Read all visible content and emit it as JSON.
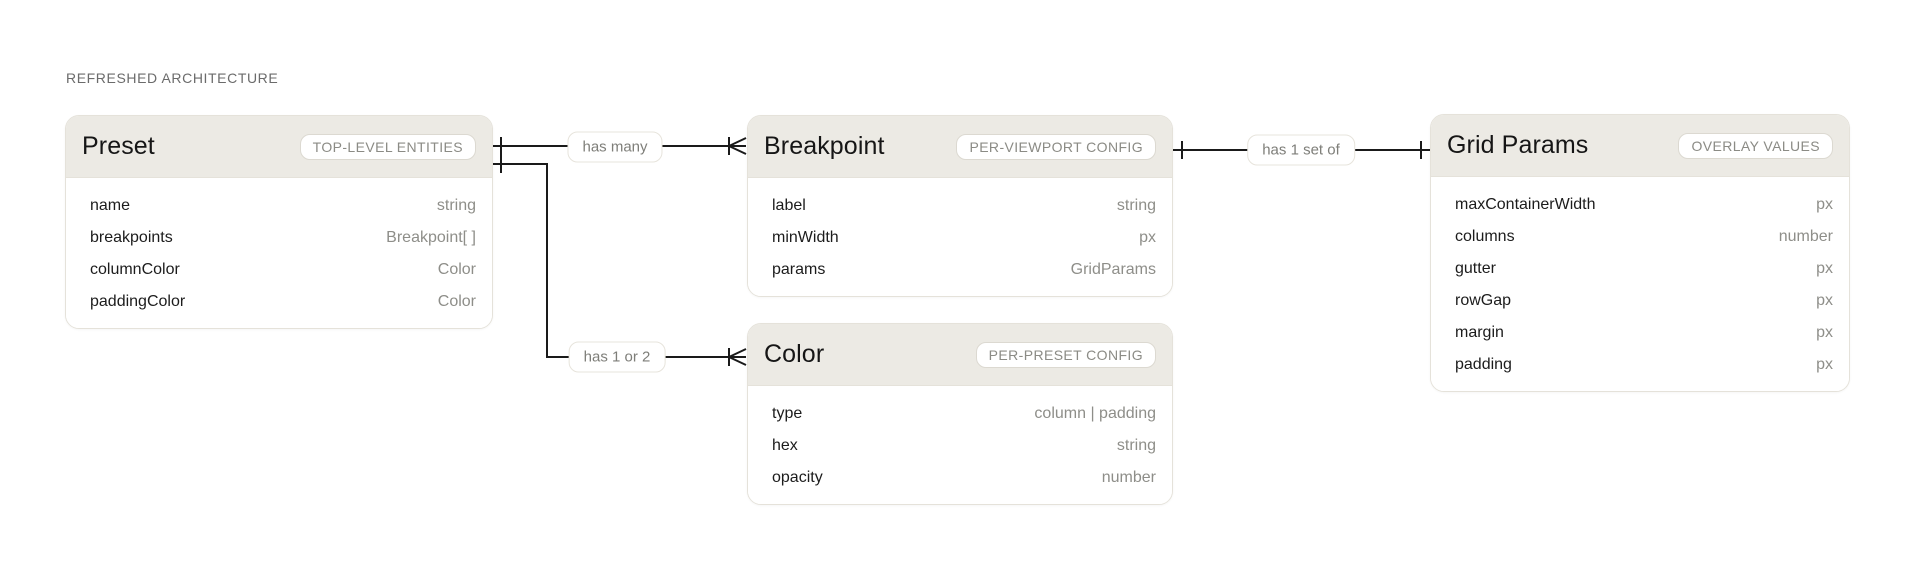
{
  "page": {
    "title": "REFRESHED ARCHITECTURE"
  },
  "colors": {
    "canvas_bg": "#FFFFFF",
    "card_header_bg": "#ECEAE4",
    "card_body_bg": "#FFFFFF",
    "card_border": "#E5E2DA",
    "connector_line": "#1A1A1A",
    "primary_text": "#1A1A1A",
    "muted_type_text": "#8E8E89",
    "badge_text": "#8B8B85",
    "section_title_text": "#6B6B6B"
  },
  "entities": [
    {
      "id": "preset",
      "title": "Preset",
      "badge": "TOP-LEVEL ENTITIES",
      "fields": [
        {
          "name": "name",
          "type": "string"
        },
        {
          "name": "breakpoints",
          "type": "Breakpoint[ ]"
        },
        {
          "name": "columnColor",
          "type": "Color"
        },
        {
          "name": "paddingColor",
          "type": "Color"
        }
      ]
    },
    {
      "id": "breakpoint",
      "title": "Breakpoint",
      "badge": "PER-VIEWPORT CONFIG",
      "fields": [
        {
          "name": "label",
          "type": "string"
        },
        {
          "name": "minWidth",
          "type": "px"
        },
        {
          "name": "params",
          "type": "GridParams"
        }
      ]
    },
    {
      "id": "color",
      "title": "Color",
      "badge": "PER-PRESET CONFIG",
      "fields": [
        {
          "name": "type",
          "type": "column | padding"
        },
        {
          "name": "hex",
          "type": "string"
        },
        {
          "name": "opacity",
          "type": "number"
        }
      ]
    },
    {
      "id": "grid-params",
      "title": "Grid Params",
      "badge": "OVERLAY VALUES",
      "fields": [
        {
          "name": "maxContainerWidth",
          "type": "px"
        },
        {
          "name": "columns",
          "type": "number"
        },
        {
          "name": "gutter",
          "type": "px"
        },
        {
          "name": "rowGap",
          "type": "px"
        },
        {
          "name": "margin",
          "type": "px"
        },
        {
          "name": "padding",
          "type": "px"
        }
      ]
    }
  ],
  "relationships": [
    {
      "from": "Preset",
      "to": "Breakpoint",
      "label": "has many",
      "from_cardinality": "one",
      "to_cardinality": "many"
    },
    {
      "from": "Preset",
      "to": "Color",
      "label": "has 1 or 2",
      "from_cardinality": "one",
      "to_cardinality": "many"
    },
    {
      "from": "Breakpoint",
      "to": "Grid Params",
      "label": "has 1 set of",
      "from_cardinality": "one",
      "to_cardinality": "one"
    }
  ]
}
